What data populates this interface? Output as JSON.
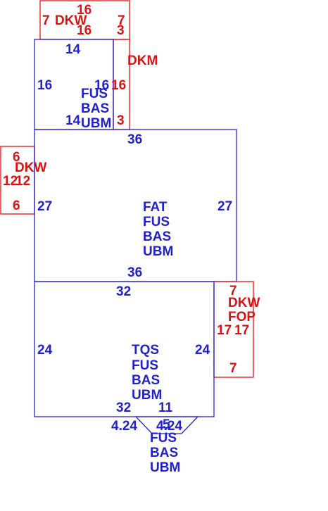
{
  "sketch": {
    "upper_box": {
      "top": "14",
      "left": "16",
      "right": "16",
      "bottom": "14",
      "codes": [
        "FUS",
        "BAS",
        "UBM"
      ]
    },
    "top_red_box": {
      "top": "16",
      "left": "7",
      "right": "7",
      "code": "DKW",
      "bottom": "16",
      "bottom_right": "3"
    },
    "right_red_box": {
      "label": "DKM",
      "side": "16",
      "bottom": "3"
    },
    "main_box": {
      "top": "36",
      "left": "27",
      "right": "27",
      "bottom": "36",
      "codes": [
        "FAT",
        "FUS",
        "BAS",
        "UBM"
      ]
    },
    "left_red_box": {
      "top": "6",
      "code": "DKW",
      "left": "12",
      "right": "12",
      "bottom": "6"
    },
    "lower_box": {
      "top": "32",
      "left": "24",
      "right": "24",
      "bottom": "32",
      "bottom_right": "11",
      "codes": [
        "TQS",
        "FUS",
        "BAS",
        "UBM"
      ]
    },
    "right_red_box2": {
      "top": "7",
      "codes": [
        "DKW",
        "FOP"
      ],
      "left": "17",
      "right": "17",
      "bottom": "7"
    },
    "bay": {
      "left": "4.24",
      "right": "4.24",
      "bottom": "5",
      "codes": [
        "FUS",
        "BAS",
        "UBM"
      ]
    }
  }
}
